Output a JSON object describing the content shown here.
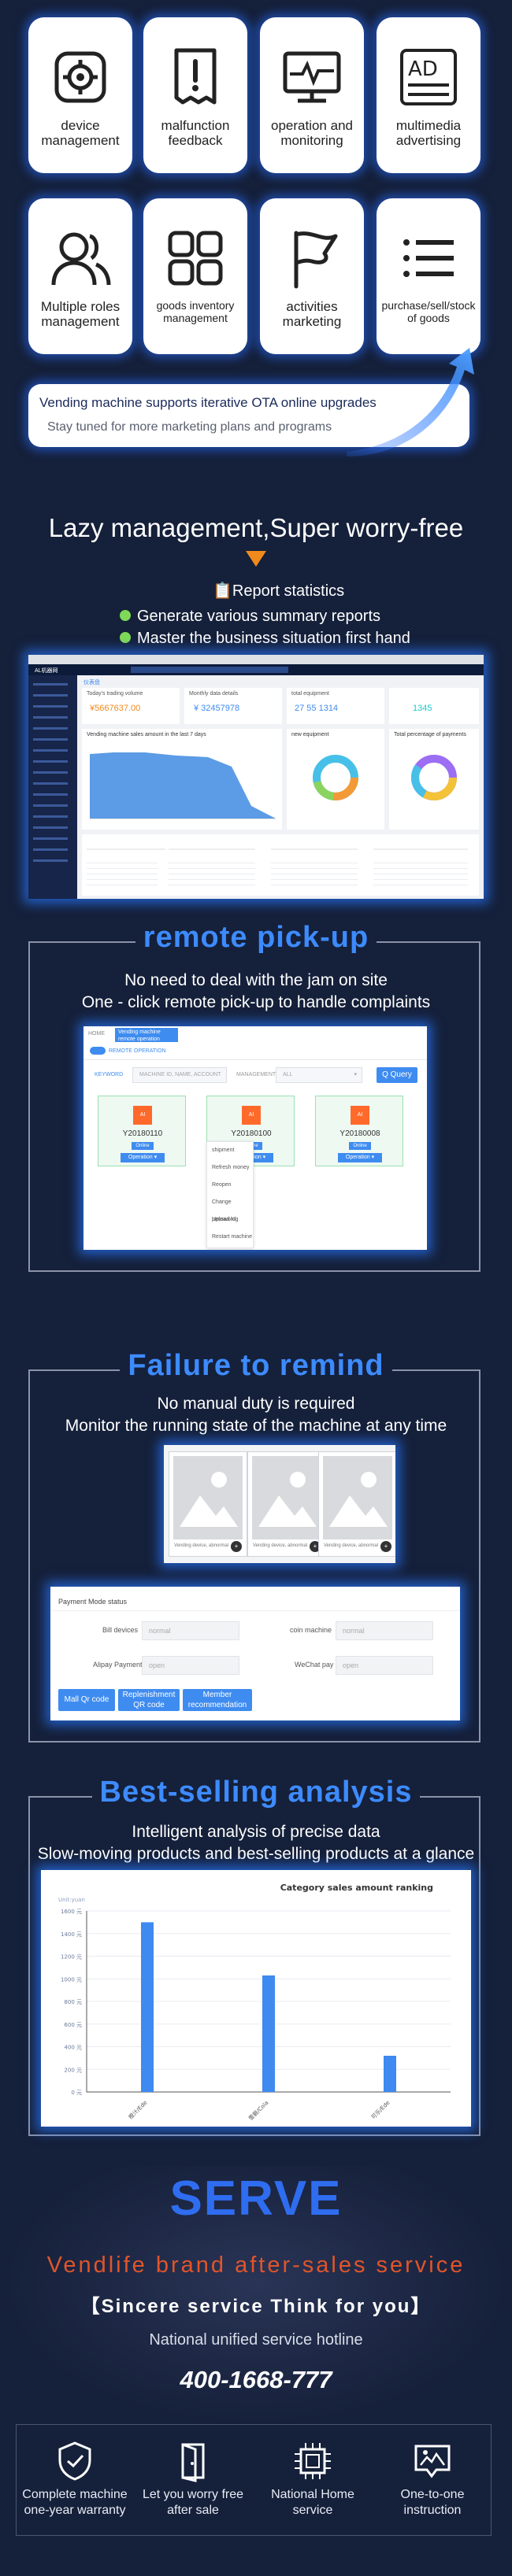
{
  "features": [
    {
      "label": "device management",
      "icon": "gear-icon"
    },
    {
      "label": "malfunction feedback",
      "icon": "document-alert-icon"
    },
    {
      "label": "operation and monitoring",
      "icon": "monitor-pulse-icon"
    },
    {
      "label": "multimedia advertising",
      "icon": "ad-icon"
    },
    {
      "label": "Multiple roles management",
      "icon": "users-icon"
    },
    {
      "label": "goods inventory management",
      "icon": "grid-icon"
    },
    {
      "label": "activities marketing",
      "icon": "flag-icon"
    },
    {
      "label": "purchase/sell/stock of goods",
      "icon": "list-icon"
    }
  ],
  "ota": {
    "title": "Vending machine supports iterative OTA online upgrades",
    "subtitle": "Stay tuned for more marketing plans and programs"
  },
  "lazy": {
    "title": "Lazy management,Super worry-free",
    "report_heading": "Report statistics",
    "points": [
      "Generate various summary reports",
      "Master the business situation first hand"
    ]
  },
  "dashboard": {
    "brand": "AL机器网",
    "tab": "仪表盘",
    "cards": [
      {
        "label": "Today's trading volume",
        "value": "¥5667637.00"
      },
      {
        "label": "Monthly data details",
        "value": "¥ 32457978"
      },
      {
        "label": "total equipment",
        "value": "27   55   1314"
      },
      {
        "label": "",
        "value": "1345"
      }
    ],
    "chart_title": "Vending machine sales amount in the last 7 days",
    "donut1_title": "new equipment",
    "donut2_title": "Total percentage of payments"
  },
  "remote": {
    "title": "remote pick-up",
    "lines": [
      "No need to deal with the jam on site",
      "One - click remote pick-up to handle complaints"
    ],
    "crumb_home": "HOME",
    "crumb_tab": "Vending machine remote operation",
    "switch_label": "REMOTE OPERATION",
    "search_label": "KEYWORD",
    "search_placeholder": "MACHINE ID, NAME, ACCOUNT",
    "filter_label": "MANAGEMENT",
    "filter_value": "ALL",
    "query_button": "Q Query",
    "machines": [
      {
        "name": "Y20180110",
        "status": "Online",
        "op": "Operation ▾"
      },
      {
        "name": "Y20180100",
        "status": "Online",
        "op": "Operation ▾"
      },
      {
        "name": "Y20180008",
        "status": "Online",
        "op": "Operation ▾"
      }
    ],
    "menu": [
      "shipment",
      "Refresh money",
      "Reopen",
      "Change password",
      "Upload log",
      "Restart machine"
    ]
  },
  "failure": {
    "title": "Failure to remind",
    "lines": [
      "No manual duty is required",
      "Monitor the running state of the machine at any time"
    ],
    "photo_caption": "Vending device, abnormal",
    "panel_title": "Payment Mode status",
    "fields": [
      {
        "label": "Bill devices",
        "value": "normal"
      },
      {
        "label": "coin machine",
        "value": "normal"
      },
      {
        "label": "Alipay Payment",
        "value": "open"
      },
      {
        "label": "WeChat pay",
        "value": "open"
      }
    ],
    "buttons": [
      "Mall Qr code",
      "Replenishment QR code",
      "Member recommendation"
    ]
  },
  "bestselling": {
    "title": "Best-selling analysis",
    "lines": [
      "Intelligent analysis of precise data",
      "Slow-moving products and best-selling products at a glance"
    ]
  },
  "chart_data": {
    "type": "bar",
    "title": "Category sales amount ranking",
    "ylabel": "Unit:yuan",
    "categories": [
      "橙汁/Ede",
      "雪碧/Cola",
      "可乐/Ede"
    ],
    "values": [
      1500,
      1030,
      320
    ],
    "ylim": [
      0,
      1600
    ],
    "yticks": [
      "0 元",
      "200 元",
      "400 元",
      "600 元",
      "800 元",
      "1000 元",
      "1200 元",
      "1400 元",
      "1600 元"
    ],
    "color": "#3e8af0"
  },
  "serve": {
    "title": "SERVE",
    "brand_line": "Vendlife brand after-sales service",
    "slogan": "【Sincere service Think for you】",
    "hotline_label": "National unified service hotline",
    "hotline": "400-1668-777",
    "items": [
      {
        "label": "Complete machine one-year warranty",
        "icon": "shield-check-icon"
      },
      {
        "label": "Let you worry free after sale",
        "icon": "door-icon"
      },
      {
        "label": "National Home service",
        "icon": "chip-icon"
      },
      {
        "label": "One-to-one instruction",
        "icon": "chat-image-icon"
      }
    ]
  }
}
